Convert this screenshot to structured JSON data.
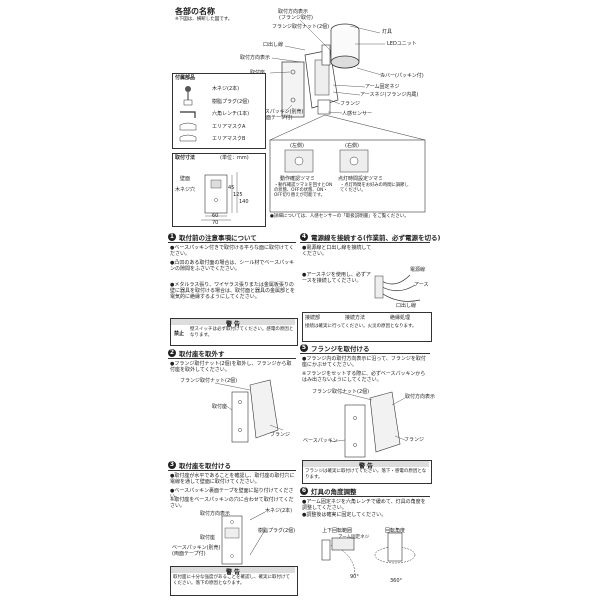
{
  "header": {
    "title": "各部の名称",
    "subtitle": "※下図は、横断した図です。"
  },
  "part_labels": {
    "direction_mark": "取付方向表示",
    "flange_nut": "(フランジ取付)",
    "flange_bolt": "フランジ取付ナット(2個)",
    "lamp": "灯具",
    "led_unit": "LEDユニット",
    "cord_exit": "口出し線",
    "mount_direction": "取付方向表示",
    "cover_packing": "カバー(パッキン付)",
    "mount_base": "取付座",
    "arm_screw": "アーム固定ネジ",
    "earth_screw": "アースネジ(フランジ内蔵)",
    "flange": "フランジ",
    "base_packing": "ベースパッキン(別売)",
    "double_tape": "(両面テープ付)",
    "sensor": "人感センサー"
  },
  "accessories": {
    "title": "付属部品",
    "items": [
      "木ネジ(2本)",
      "樹脂プラグ(2個)",
      "六角レンチ(1本)",
      "エリアマスクA",
      "エリアマスクB"
    ]
  },
  "dims": {
    "title": "取付寸法",
    "unit": "(単位：mm)",
    "labels": [
      "壁面",
      "木ネジ穴",
      "60",
      "70",
      "45",
      "125",
      "140"
    ]
  },
  "sensor_panel": {
    "left_title": "(左側)",
    "right_title": "(右側)",
    "left_label": "動作確認ツマミ",
    "right_label": "点灯時間設定ツマミ",
    "left_text": "・動作確認ツマミを回すとONの状態、OFFの状態、ON・OFF切り替えが可能です。",
    "right_text": "・点灯時間をお好みの時間に調節してください。",
    "note": "●詳細については、人感センサーの「取扱説明書」をご覧ください。"
  },
  "sec1": {
    "num": "1",
    "title": "取付前の注意事項について",
    "p1": "●ベースパッキン付きで取付ける平らな面に取付けてください。",
    "p2": "●凸凹のある取付面の場合は、シール材でベースパッキンの隙間をふさいでください。",
    "p3": "●メタルラス張り、ワイヤラス張りまたは金属板張りの壁に器具を取付ける場合は、取付面と器具の金属部とを電気的に絶縁するようにしてください。",
    "warn_title": "警 告",
    "warn_label": "禁止",
    "warn_text": "壁スイッチは必ず取付けてください。感電の原因となります。"
  },
  "sec2": {
    "num": "2",
    "title": "取付座を取外す",
    "text": "●フランジ取付ナット(2個)を取外し、フランジから取付座を取外してください。",
    "labels": [
      "フランジ取付ナット(2個)",
      "取付座",
      "フランジ"
    ]
  },
  "sec3": {
    "num": "3",
    "title": "取付座を取付ける",
    "p1": "●取付座が水平であることを確認し、取付座の取付穴に電線を通して壁面に取付けてください。",
    "p2": "●ベースパッキン裏面テープを壁面に貼り付けてください。",
    "p3": "※取付座をベースパッキンの穴に合わせて取付けてください。",
    "labels": [
      "取付方向表示",
      "木ネジ(2本)",
      "樹脂プラグ(2個)",
      "ベースパッキン(別売)",
      "(両面テープ付)",
      "取付座"
    ],
    "warn_title": "警 告",
    "warn_text": "取付面に十分な強度があることを確認し、確実に取付けてください。落下の原因となります。"
  },
  "sec4": {
    "num": "4",
    "title": "電源線を接続する(作業前、必ず電源を切る)",
    "p1": "●電源線と口出し線を接続してください。",
    "p2": "●アースネジを使用し、必ずアースを接続してください。",
    "labels": [
      "電源線",
      "アース",
      "口出し線"
    ],
    "table": [
      "接続部",
      "接続方法",
      "絶縁処理"
    ],
    "warn_text": "接続は確実に行ってください。火災の原因となります。"
  },
  "sec5": {
    "num": "5",
    "title": "フランジを取付ける",
    "p1": "●フランジ内の取付方向表示に沿って、フランジを取付座にかぶせてください。",
    "p2": "※フランジをセットする際に、必ずベースパッキンからはみ出さないようにしてください。",
    "labels": [
      "フランジ取付ナット(2個)",
      "取付方向表示",
      "ベースパッキン",
      "フランジ"
    ],
    "warn_title": "警 告",
    "warn_text": "フランジは確実に取付けてください。落下・感電の原因となります。"
  },
  "sec6": {
    "num": "6",
    "title": "灯具の角度調整",
    "p1": "●アーム固定ネジを六角レンチで緩めて、灯具の角度を調整してください。",
    "p2": "●調整後は確実に固定してください。",
    "labels": [
      "上下回転範囲",
      "回転角度",
      "アーム固定ネジ",
      "90°",
      "360°"
    ]
  }
}
